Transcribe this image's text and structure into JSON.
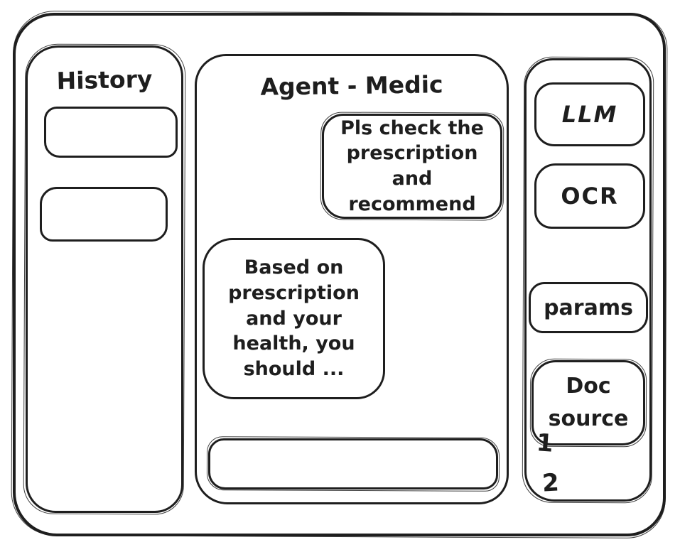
{
  "history": {
    "title": "History",
    "items": [
      {
        "label": ""
      },
      {
        "label": ""
      }
    ]
  },
  "chat": {
    "title": "Agent - Medic",
    "messages": [
      {
        "role": "user",
        "text": "Pls check the prescription and recommend"
      },
      {
        "role": "assistant",
        "text": "Based on prescription and your health, you should ..."
      }
    ],
    "input": {
      "value": ""
    }
  },
  "tools": {
    "llm_label": "LLM",
    "ocr_label": "OCR",
    "params_label": "params",
    "doc_source_label": "Doc source",
    "doc_source_items": [
      "1",
      "2"
    ]
  },
  "colors": {
    "ink": "#1e1e1e",
    "background": "#ffffff"
  }
}
